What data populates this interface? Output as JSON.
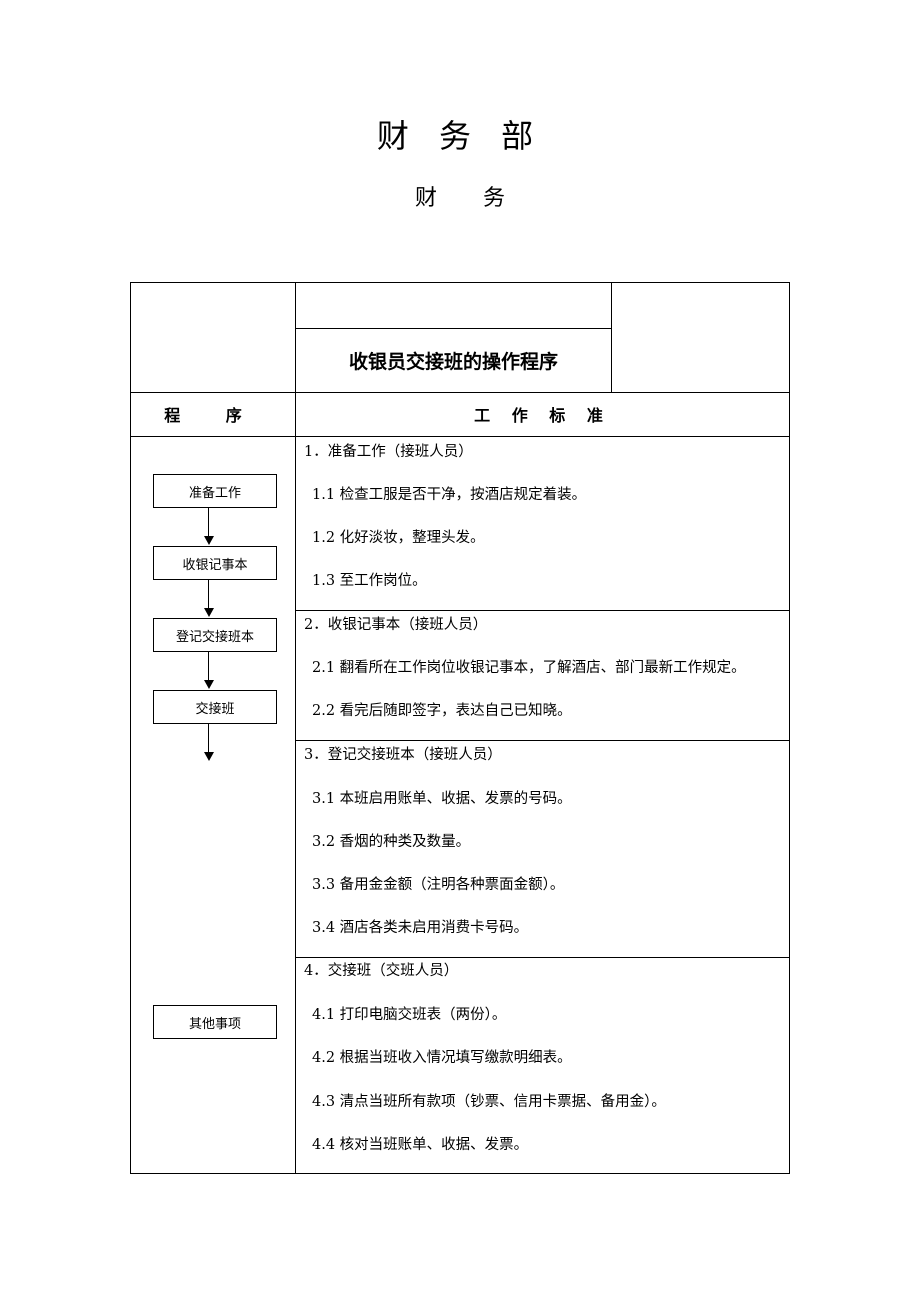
{
  "document": {
    "title": "财 务 部",
    "subtitle_parts": [
      "财",
      "务"
    ]
  },
  "table": {
    "procedure_title": "收银员交接班的操作程序",
    "header_left": "程 序",
    "header_right": "工 作 标 准"
  },
  "flow": {
    "boxes": [
      "准备工作",
      "收银记事本",
      "登记交接班本",
      "交接班"
    ],
    "other": "其他事项"
  },
  "sections": [
    {
      "heading": "1．准备工作（接班人员）",
      "items": [
        "1.1 检查工服是否干净，按酒店规定着装。",
        "1.2 化好淡妆，整理头发。",
        "1.3 至工作岗位。"
      ]
    },
    {
      "heading": "2．收银记事本（接班人员）",
      "items": [
        "2.1 翻看所在工作岗位收银记事本，了解酒店、部门最新工作规定。",
        "2.2 看完后随即签字，表达自己已知晓。"
      ]
    },
    {
      "heading": "3．登记交接班本（接班人员）",
      "items": [
        "3.1 本班启用账单、收据、发票的号码。",
        "3.2 香烟的种类及数量。",
        "3.3 备用金金额（注明各种票面金额）。",
        "3.4 酒店各类未启用消费卡号码。"
      ]
    },
    {
      "heading": "4．交接班（交班人员）",
      "items": [
        "4.1 打印电脑交班表（两份）。",
        "4.2 根据当班收入情况填写缴款明细表。",
        "4.3 清点当班所有款项（钞票、信用卡票据、备用金）。",
        "4.4 核对当班账单、收据、发票。"
      ]
    }
  ]
}
